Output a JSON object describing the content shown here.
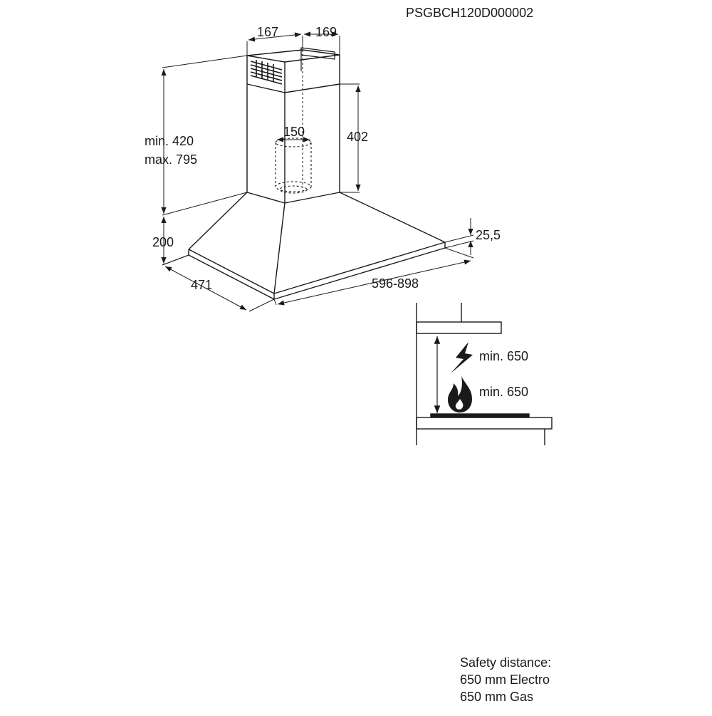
{
  "drawing_code": "PSGBCH120D000002",
  "dimensions": {
    "duct_depth": "167",
    "duct_width": "169",
    "duct_height_min": "min. 420",
    "duct_height_max": "max. 795",
    "inner_duct_height": "402",
    "outlet_diameter": "150",
    "canopy_height": "200",
    "canopy_thickness": "25,5",
    "depth": "471",
    "width_range": "596-898"
  },
  "clearance": {
    "electric_label": "min. 650",
    "gas_label": "min. 650",
    "electric_icon": "lightning-icon",
    "gas_icon": "flame-icon"
  },
  "notes": {
    "title": "Safety distance:",
    "electro": "650 mm Electro",
    "gas": "650 mm Gas"
  }
}
